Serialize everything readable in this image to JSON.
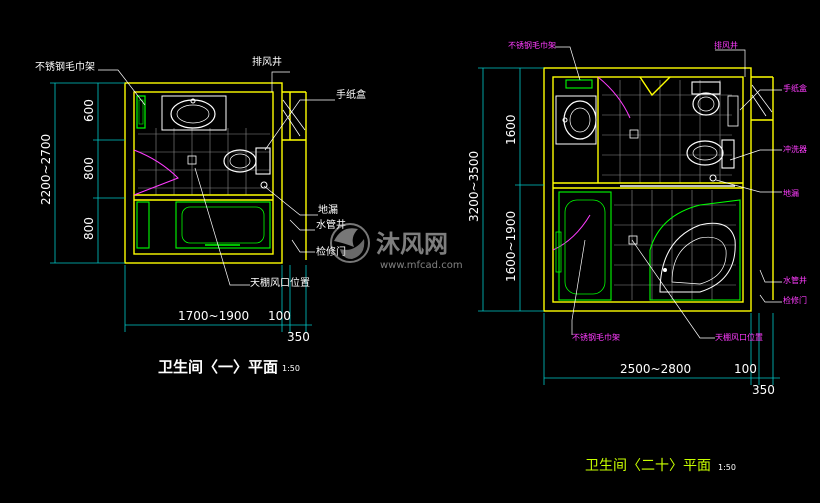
{
  "left_plan": {
    "title": "卫生间〈一〉平面",
    "scale": "1:50",
    "labels": {
      "towel_rack": "不锈钢毛巾架",
      "exhaust_shaft": "排风井",
      "tissue_box": "手纸盒",
      "floor_drain": "地漏",
      "water_pipe": "水管井",
      "access_door": "检修门",
      "ceiling_vent": "天棚风口位置"
    },
    "dims": {
      "overall_v": "2200~2700",
      "top_v": "600",
      "mid_v": "800",
      "bot_v": "800",
      "width": "1700~1900",
      "wall_a": "100",
      "wall_b": "350"
    }
  },
  "right_plan": {
    "title": "卫生间〈二十〉平面",
    "scale": "1:50",
    "labels": {
      "towel_rack_top": "不锈钢毛巾架",
      "exhaust_shaft": "排风井",
      "tissue_box": "手纸盒",
      "bidet": "冲洗器",
      "floor_drain": "地漏",
      "water_pipe": "水管井",
      "access_door": "检修门",
      "towel_rack_bottom": "不锈钢毛巾架",
      "ceiling_vent": "天棚风口位置"
    },
    "dims": {
      "overall_v": "3200~3500",
      "top_v": "1600",
      "bot_v": "1600~1900",
      "width": "2500~2800",
      "wall_a": "100",
      "wall_b": "350"
    }
  },
  "watermark": {
    "brand": "沐风网",
    "url": "www.mfcad.com"
  },
  "colors": {
    "wall": "#ffff00",
    "fixture": "#00ff00",
    "fixture_white": "#ffffff",
    "dimension": "#00c8c8",
    "label_magenta": "#ff3cff",
    "grid": "#9a9a9a",
    "door": "#ff3cff"
  }
}
